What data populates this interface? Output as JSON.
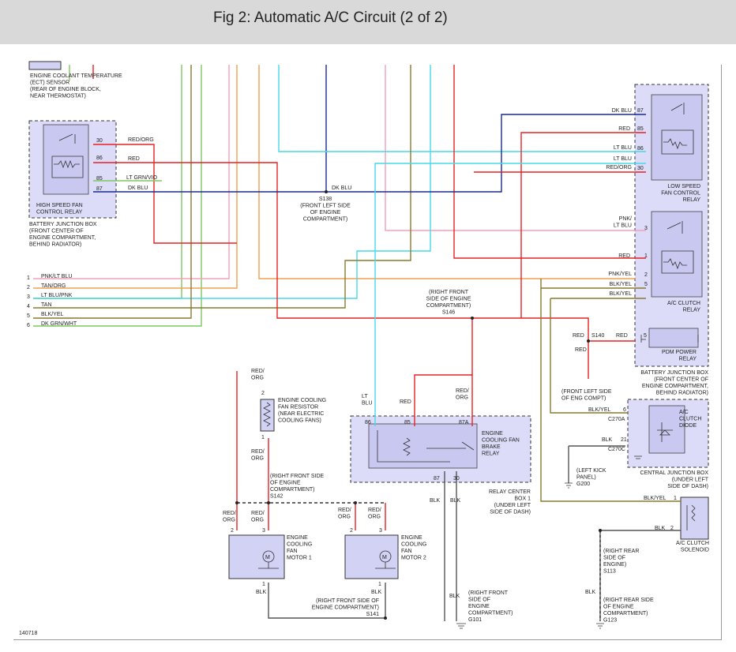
{
  "title": "Fig 2: Automatic A/C Circuit (2 of 2)",
  "figure_id": "140718",
  "colors": {
    "red": "#e62222",
    "dark_blue": "#1a2a8c",
    "light_blue": "#47d9e8",
    "pink": "#f4a0b8",
    "tan": "#f0a050",
    "green": "#7ec860",
    "olive": "#8a7a30",
    "black": "#555555",
    "ground": "#333333"
  },
  "labels": {
    "ect": "ENGINE COOLANT TEMPERATURE|(ECT) SENSOR|(REAR OF ENGINE BLOCK,|NEAR THERMOSTAT)",
    "hs_relay": "HIGH SPEED FAN|CONTROL RELAY",
    "bjb_left": "BATTERY JUNCTION BOX|(FRONT CENTER OF|ENGINE COMPARTMENT,|BEHIND RADIATOR)",
    "ls_relay": "LOW SPEED|FAN CONTROL|RELAY",
    "ac_relay": "A/C CLUTCH|RELAY",
    "pdm_relay": "PDM POWER|RELAY",
    "bjb_right": "BATTERY JUNCTION BOX|(FRONT CENTER OF|ENGINE COMPARTMENT,|BEHIND RADIATOR)",
    "s138": "S138|(FRONT LEFT SIDE|OF ENGINE|COMPARTMENT)",
    "s146": "(RIGHT FRONT|SIDE OF ENGINE|COMPARTMENT)|S146",
    "front_left_eng": "(FRONT LEFT SIDE|OF ENG COMPT)",
    "resistor": "ENGINE COOLING|FAN RESISTOR|(NEAR ELECTRIC|COOLING FANS)",
    "brake_relay": "ENGINE|COOLING FAN|BRAKE|RELAY",
    "rcb": "RELAY CENTER|BOX 1|(UNDER LEFT|SIDE OF DASH)",
    "s142": "(RIGHT FRONT SIDE|OF ENGINE|COMPARTMENT)|S142",
    "motor1": "ENGINE|COOLING|FAN|MOTOR 1",
    "motor2": "ENGINE|COOLING|FAN|MOTOR 2",
    "s141": "(RIGHT FRONT SIDE OF|ENGINE COMPARTMENT)|S141",
    "g101": "(RIGHT FRONT|SIDE OF|ENGINE|COMPARTMENT)|G101",
    "ac_diode": "A/C|CLUTCH|DIODE",
    "cjb": "CENTRAL JUNCTION BOX|(UNDER LEFT|SIDE OF DASH)",
    "g200": "(LEFT KICK|PANEL)|G200",
    "ac_solenoid": "A/C CLUTCH|SOLENOID",
    "s113": "(RIGHT REAR|SIDE OF|ENGINE)|S113",
    "g123": "(RIGHT REAR SIDE|OF ENGINE|COMPARTMENT)|G123"
  },
  "connector_left": [
    {
      "pin": "1",
      "wire": "PNK/LT BLU"
    },
    {
      "pin": "2",
      "wire": "TAN/ORG"
    },
    {
      "pin": "3",
      "wire": "LT BLU/PNK"
    },
    {
      "pin": "4",
      "wire": "TAN"
    },
    {
      "pin": "5",
      "wire": "BLK/YEL"
    },
    {
      "pin": "6",
      "wire": "DK GRN/WHT"
    }
  ],
  "wire_labels": {
    "red_org": "RED/ORG",
    "red": "RED",
    "lt_grn_vio": "LT GRN/VIO",
    "dk_blu": "DK BLU",
    "lt_blu": "LT BLU",
    "pnk_lt_blu": "PNK/|LT BLU",
    "pnk_yel": "PNK/YEL",
    "blk_yel": "BLK/YEL",
    "blk": "BLK",
    "red_org_stack": "RED/|ORG",
    "lt_blu_stack": "LT|BLU"
  },
  "pins": {
    "p30": "30",
    "p86": "86",
    "p85": "85",
    "p87": "87",
    "p87a": "87A",
    "p1": "1",
    "p2": "2",
    "p3": "3",
    "p5": "5",
    "p6": "6",
    "p21": "21",
    "s140": "S140",
    "c270a": "C270A",
    "c270c": "C270C",
    "m": "M"
  }
}
